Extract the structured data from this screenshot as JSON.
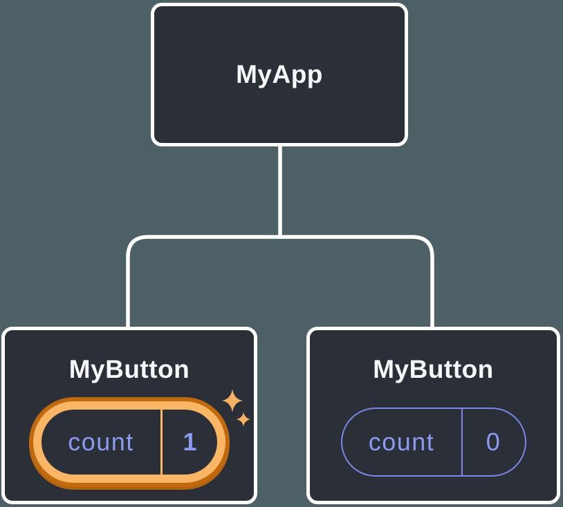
{
  "colors": {
    "background": "#4C6066",
    "node_fill": "#2A2F38",
    "node_border": "#FFFFFF",
    "label_text": "#F6F7F9",
    "state_text": "#8D9AF1",
    "state_pill_border_default": "#7A87E8",
    "highlight_gold": "#FAB664",
    "highlight_gold_dark": "#C1690F",
    "sparkle_gold": "#F5B266"
  },
  "tree": {
    "root": {
      "label": "MyApp"
    },
    "children": [
      {
        "label": "MyButton",
        "state": {
          "name": "count",
          "value": "1"
        },
        "highlighted": true
      },
      {
        "label": "MyButton",
        "state": {
          "name": "count",
          "value": "0"
        },
        "highlighted": false
      }
    ]
  }
}
